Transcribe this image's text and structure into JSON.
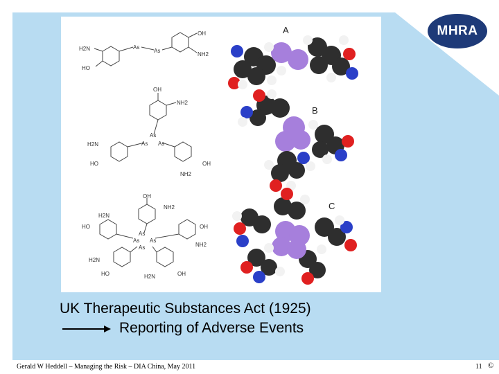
{
  "logo": {
    "text": "MHRA",
    "color": "#1e3a78"
  },
  "figure": {
    "labels": [
      "A",
      "B",
      "C"
    ],
    "structure_groups": [
      "OH",
      "NH2",
      "As",
      "H2N",
      "HO"
    ],
    "colors": {
      "arsenic": "#a67fdc",
      "carbon": "#2e2e2e",
      "hydrogen": "#f2f2f2",
      "oxygen": "#e02020",
      "nitrogen": "#2a3fc8"
    }
  },
  "caption": {
    "line1": "UK Therapeutic Substances Act (1925)",
    "line2": "Reporting of Adverse Events"
  },
  "footer": {
    "text": "Gerald W Heddell – Managing the Risk – DIA China, May 2011",
    "page": "11",
    "copyright": "©"
  },
  "colors": {
    "slide_bg": "#b8dcf2"
  }
}
